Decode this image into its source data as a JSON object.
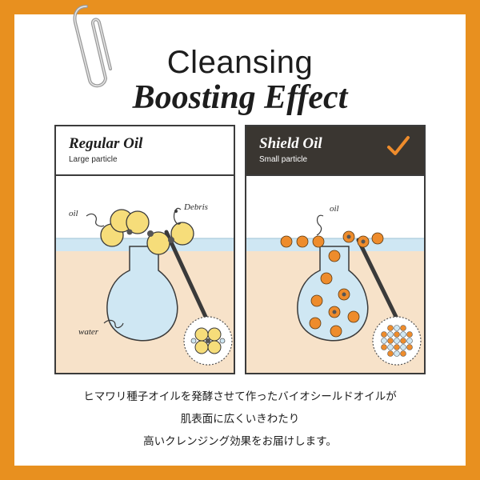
{
  "title": {
    "line1": "Cleansing",
    "line2": "Boosting Effect"
  },
  "panels": {
    "regular": {
      "name": "Regular Oil",
      "subtitle": "Large particle",
      "labels": {
        "oil": "oil",
        "debris": "Debris",
        "water": "water"
      }
    },
    "shield": {
      "name": "Shield Oil",
      "subtitle": "Small particle",
      "labels": {
        "oil": "oil"
      },
      "check_icon": "check-icon"
    }
  },
  "description": {
    "line1": "ヒマワリ種子オイルを発酵させて作ったバイオシールドオイルが",
    "line2": "肌表面に広くいきわたり",
    "line3": "高いクレンジング効果をお届けします。"
  },
  "colors": {
    "border_orange": "#e8901f",
    "regular_oil_yellow": "#f6dd7a",
    "shield_oil_orange": "#ee8c2c",
    "skin": "#f7e2c9",
    "water_blue": "#cfe7f3",
    "dark": "#3a3631"
  }
}
